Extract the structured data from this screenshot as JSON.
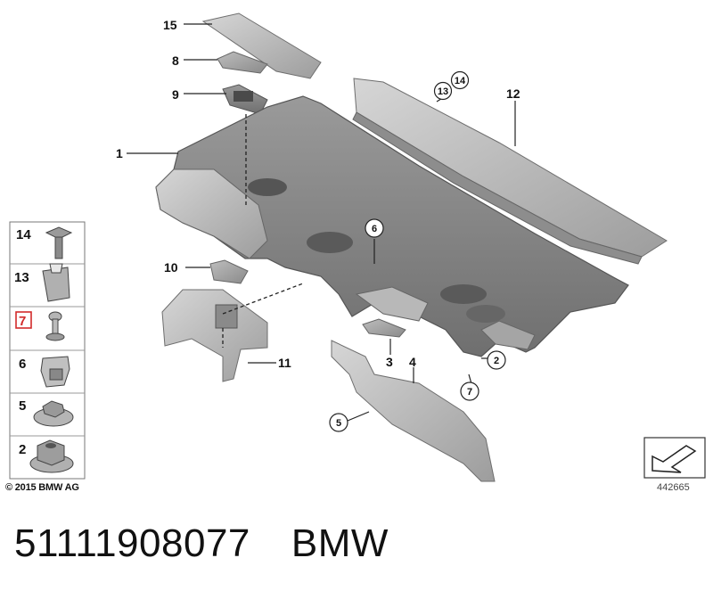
{
  "diagram": {
    "callouts": [
      "15",
      "8",
      "9",
      "1",
      "12",
      "10",
      "11",
      "3",
      "4"
    ],
    "circled_callouts": [
      "14",
      "13",
      "6",
      "2",
      "7",
      "5"
    ],
    "side_panel": {
      "items": [
        {
          "label": "14",
          "highlighted": false
        },
        {
          "label": "13",
          "highlighted": false
        },
        {
          "label": "7",
          "highlighted": true
        },
        {
          "label": "6",
          "highlighted": false
        },
        {
          "label": "5",
          "highlighted": false
        },
        {
          "label": "2",
          "highlighted": false
        }
      ],
      "highlight_color": "#d22b2b"
    },
    "copyright": "© 2015 BMW AG",
    "document_number": "442665"
  },
  "footer": {
    "part_number": "51111908077",
    "brand": "BMW"
  }
}
